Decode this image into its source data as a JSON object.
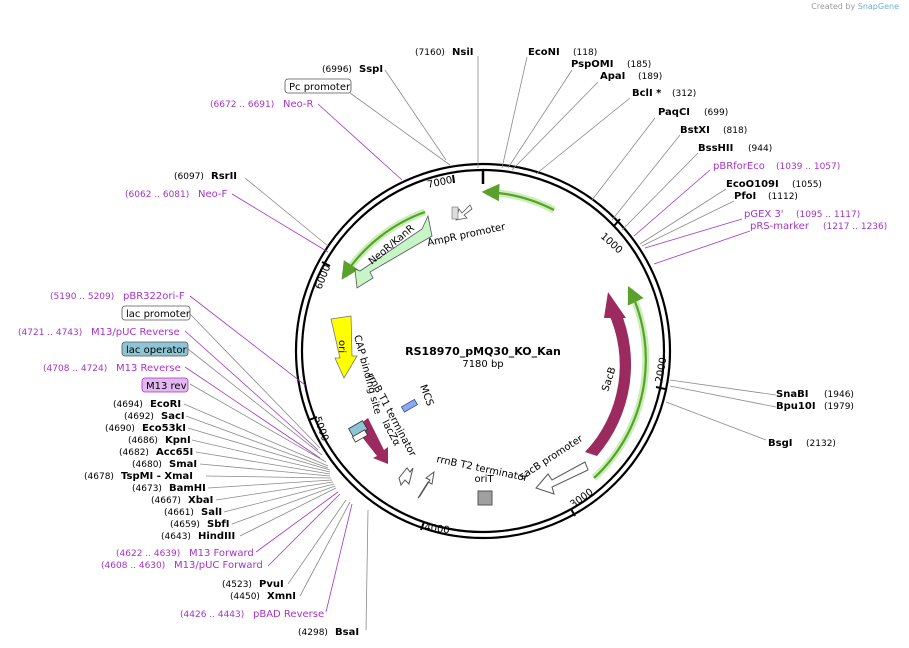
{
  "credit": {
    "prefix": "Created by",
    "brand": "SnapGene"
  },
  "plasmid": {
    "name": "RS18970_pMQ30_KO_Kan",
    "size_label": "7180 bp"
  },
  "ticks": [
    "1000",
    "2000",
    "3000",
    "4000",
    "5000",
    "6000",
    "7000"
  ],
  "features": {
    "sacb": "SacB",
    "sacb_promoter": "sacB promoter",
    "orit": "oriT",
    "rrnb_t2": "rrnB T2 terminator",
    "lacza": "lacZα",
    "rrnb_t1": "rrnB T1 terminator",
    "mcs": "MCS",
    "cap": "CAP binding site",
    "ori": "ori",
    "neor": "NeoR/KanR",
    "ampr_promoter": "AmpR promoter"
  },
  "right_labels": [
    {
      "name": "NsiI",
      "pos": "(7160)"
    },
    {
      "name": "EcoNI",
      "pos": "(118)"
    },
    {
      "name": "PspOMI",
      "pos": "(185)"
    },
    {
      "name": "ApaI",
      "pos": "(189)"
    },
    {
      "name": "BclI *",
      "pos": "(312)"
    },
    {
      "name": "PaqCI",
      "pos": "(699)"
    },
    {
      "name": "BstXI",
      "pos": "(818)"
    },
    {
      "name": "BssHII",
      "pos": "(944)"
    },
    {
      "name": "EcoO109I",
      "pos": "(1055)"
    },
    {
      "name": "PfoI",
      "pos": "(1112)"
    },
    {
      "name": "SnaBI",
      "pos": "(1946)"
    },
    {
      "name": "Bpu10I",
      "pos": "(1979)"
    },
    {
      "name": "BsgI",
      "pos": "(2132)"
    }
  ],
  "right_primers": [
    {
      "name": "pBRforEco",
      "pos": "(1039 .. 1057)"
    },
    {
      "name": "pGEX 3'",
      "pos": "(1095 .. 1117)"
    },
    {
      "name": "pRS-marker",
      "pos": "(1217 .. 1236)"
    }
  ],
  "left_labels": [
    {
      "name": "SspI",
      "pos": "(6996)"
    },
    {
      "name": "RsrII",
      "pos": "(6097)"
    },
    {
      "name": "EcoRI",
      "pos": "(4694)"
    },
    {
      "name": "SacI",
      "pos": "(4692)"
    },
    {
      "name": "Eco53kI",
      "pos": "(4690)"
    },
    {
      "name": "KpnI",
      "pos": "(4686)"
    },
    {
      "name": "Acc65I",
      "pos": "(4682)"
    },
    {
      "name": "SmaI",
      "pos": "(4680)"
    },
    {
      "name": "TspMI - XmaI",
      "pos": "(4678)"
    },
    {
      "name": "BamHI",
      "pos": "(4673)"
    },
    {
      "name": "XbaI",
      "pos": "(4667)"
    },
    {
      "name": "SalI",
      "pos": "(4661)"
    },
    {
      "name": "SbfI",
      "pos": "(4659)"
    },
    {
      "name": "HindIII",
      "pos": "(4643)"
    },
    {
      "name": "PvuI",
      "pos": "(4523)"
    },
    {
      "name": "XmnI",
      "pos": "(4450)"
    },
    {
      "name": "BsaI",
      "pos": "(4298)"
    }
  ],
  "left_primers": [
    {
      "name": "Neo-R",
      "pos": "(6672 .. 6691)"
    },
    {
      "name": "Neo-F",
      "pos": "(6062 .. 6081)"
    },
    {
      "name": "pBR322ori-F",
      "pos": "(5190 .. 5209)"
    },
    {
      "name": "M13/pUC Reverse",
      "pos": "(4721 .. 4743)"
    },
    {
      "name": "M13 Reverse",
      "pos": "(4708 .. 4724)"
    },
    {
      "name": "M13 Forward",
      "pos": "(4622 .. 4639)"
    },
    {
      "name": "M13/pUC Forward",
      "pos": "(4608 .. 4630)"
    },
    {
      "name": "pBAD Reverse",
      "pos": "(4426 .. 4443)"
    }
  ],
  "boxed_labels": {
    "pc_promoter": "Pc promoter",
    "lac_promoter": "lac promoter",
    "lac_operator": "lac operator",
    "m13_rev": "M13 rev"
  },
  "colors": {
    "sacb": "#9b2a5e",
    "neor": "#c8f5c8",
    "ori": "#ffff00",
    "primer": "#a533c8",
    "lac_operator": "#8ec5d6",
    "m13_rev": "#e3b8f0",
    "green_arrow": "#5aa02c"
  }
}
